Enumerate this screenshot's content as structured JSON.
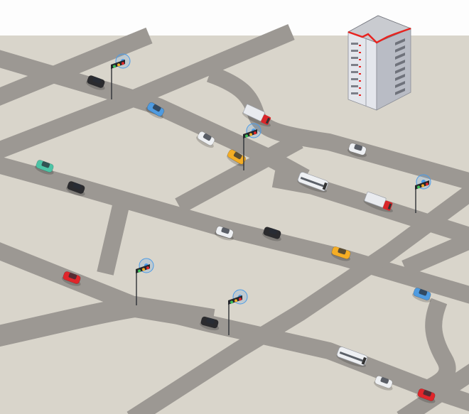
{
  "scene": {
    "colors": {
      "sky": "#fdfdfd",
      "ground": "#d9d5cb",
      "road": "#9c9893",
      "signal_halo": "#4a9be8",
      "building_wall": "#e4e6ec",
      "building_shade": "#b9bcc5",
      "building_trim": "#e8231f"
    },
    "vehicles": [
      {
        "type": "car",
        "color": "#2b2b2e"
      },
      {
        "type": "car",
        "color": "#4f9be0"
      },
      {
        "type": "car",
        "color": "#eef0f3"
      },
      {
        "type": "van",
        "color": "#f4ad25"
      },
      {
        "type": "truck",
        "color": "#d9262a"
      },
      {
        "type": "car",
        "color": "#eef0f3"
      },
      {
        "type": "car",
        "color": "#4dc4a6"
      },
      {
        "type": "car",
        "color": "#2b2b2e"
      },
      {
        "type": "bus",
        "color": "#eef0f3"
      },
      {
        "type": "truck",
        "color": "#d9262a"
      },
      {
        "type": "car",
        "color": "#eef0f3"
      },
      {
        "type": "car",
        "color": "#2b2b2e"
      },
      {
        "type": "van",
        "color": "#f4ad25"
      },
      {
        "type": "car",
        "color": "#e0262b"
      },
      {
        "type": "car",
        "color": "#2b2b2e"
      },
      {
        "type": "car",
        "color": "#4f9be0"
      },
      {
        "type": "bus",
        "color": "#eef0f3"
      },
      {
        "type": "car",
        "color": "#eef0f3"
      },
      {
        "type": "car",
        "color": "#e0262b"
      }
    ],
    "traffic_lights": 5
  }
}
